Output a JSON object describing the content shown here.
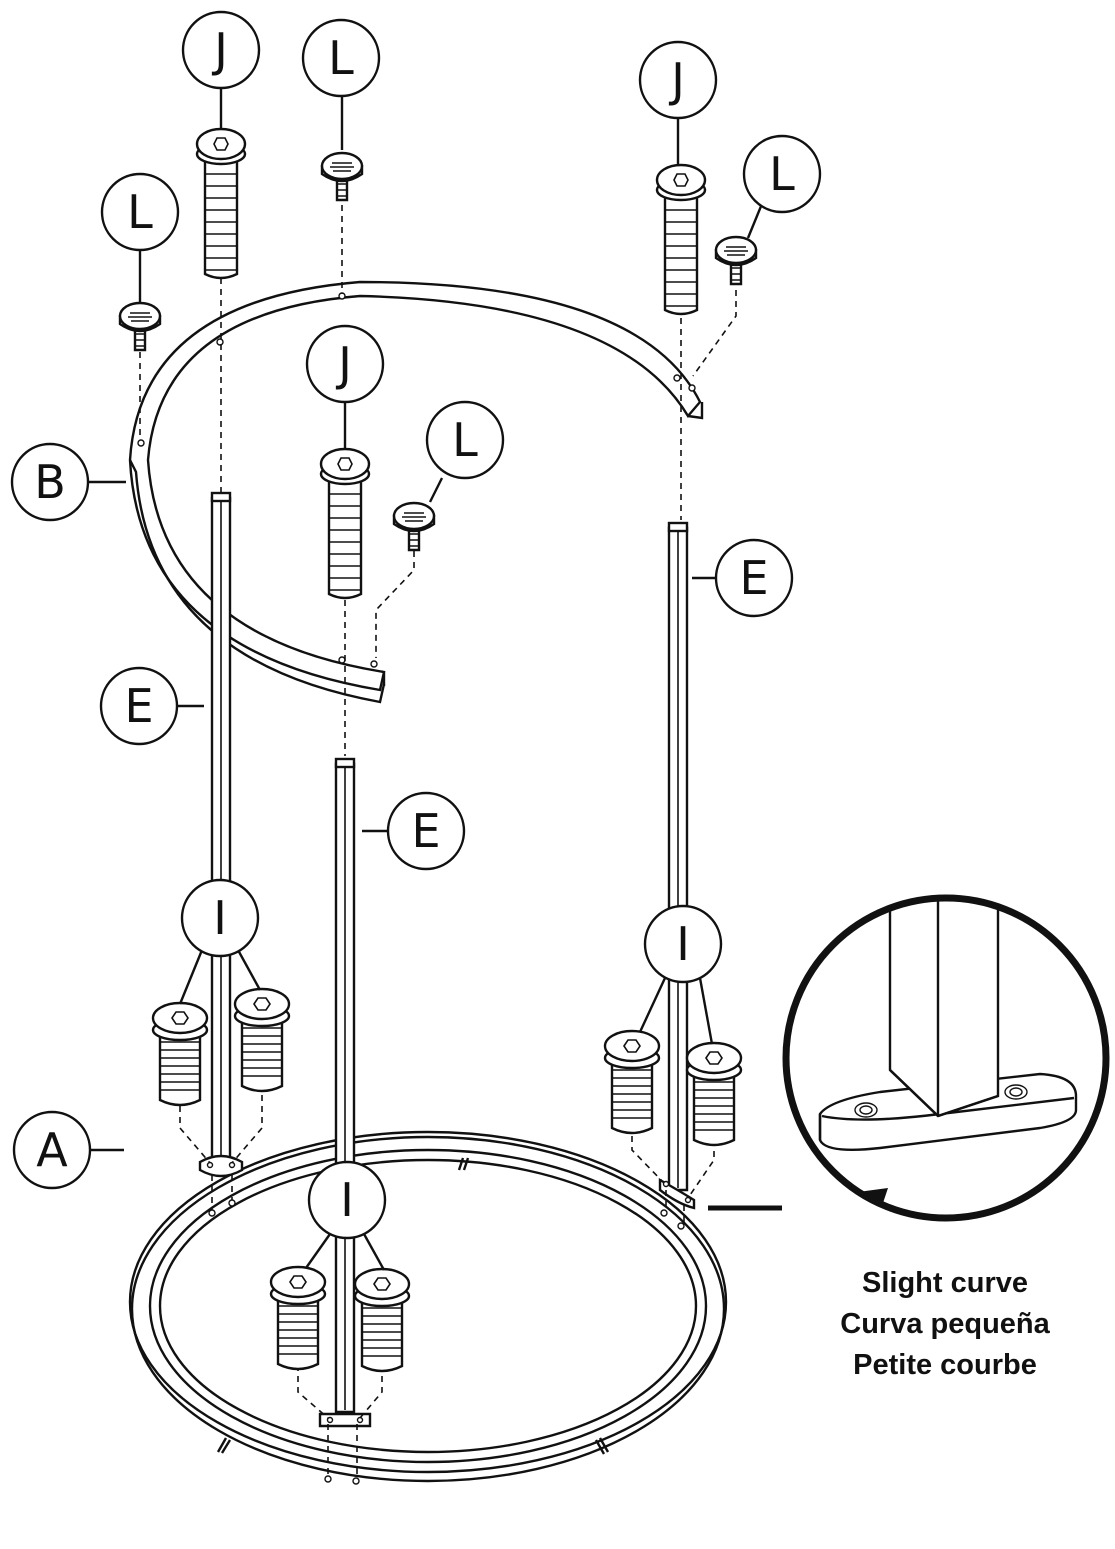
{
  "callouts": {
    "a": "A",
    "b": "B",
    "e": "E",
    "i": "I",
    "j": "J",
    "l": "L"
  },
  "caption": {
    "line1": "Slight curve",
    "line2": "Curva pequeña",
    "line3": "Petite courbe"
  }
}
